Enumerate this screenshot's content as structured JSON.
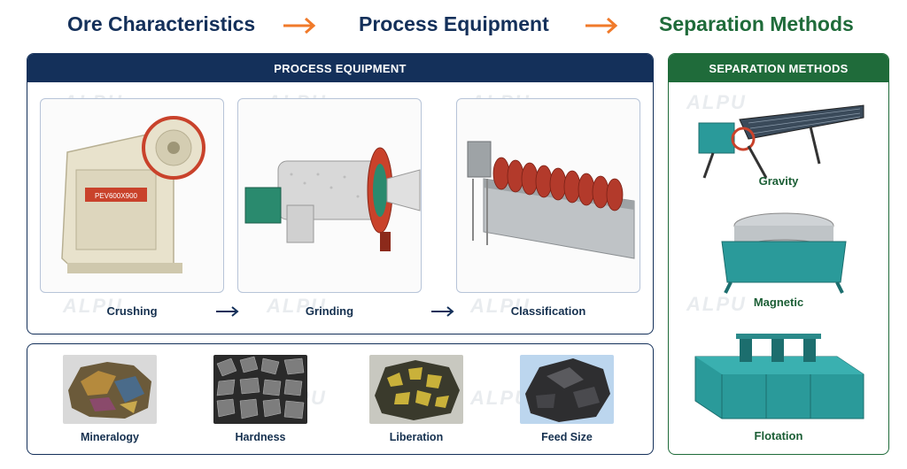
{
  "flow": {
    "step1": "Ore Characteristics",
    "step2": "Process Equipment",
    "step3": "Separation Methods",
    "arrow_color": "#f07a2a"
  },
  "process": {
    "header": "PROCESS EQUIPMENT",
    "items": [
      {
        "label": "Crushing",
        "icon": "jaw-crusher-icon"
      },
      {
        "label": "Grinding",
        "icon": "ball-mill-icon"
      },
      {
        "label": "Classification",
        "icon": "spiral-classifier-icon"
      }
    ]
  },
  "ore": {
    "items": [
      {
        "label": "Mineralogy"
      },
      {
        "label": "Hardness"
      },
      {
        "label": "Liberation"
      },
      {
        "label": "Feed Size"
      }
    ]
  },
  "separation": {
    "header": "SEPARATION METHODS",
    "items": [
      {
        "label": "Gravity",
        "icon": "shaking-table-icon"
      },
      {
        "label": "Magnetic",
        "icon": "magnetic-separator-icon"
      },
      {
        "label": "Flotation",
        "icon": "flotation-machine-icon"
      }
    ]
  },
  "watermark": "ALPU",
  "colors": {
    "navy": "#14305a",
    "green": "#1f6b3a",
    "orange": "#f07a2a"
  }
}
